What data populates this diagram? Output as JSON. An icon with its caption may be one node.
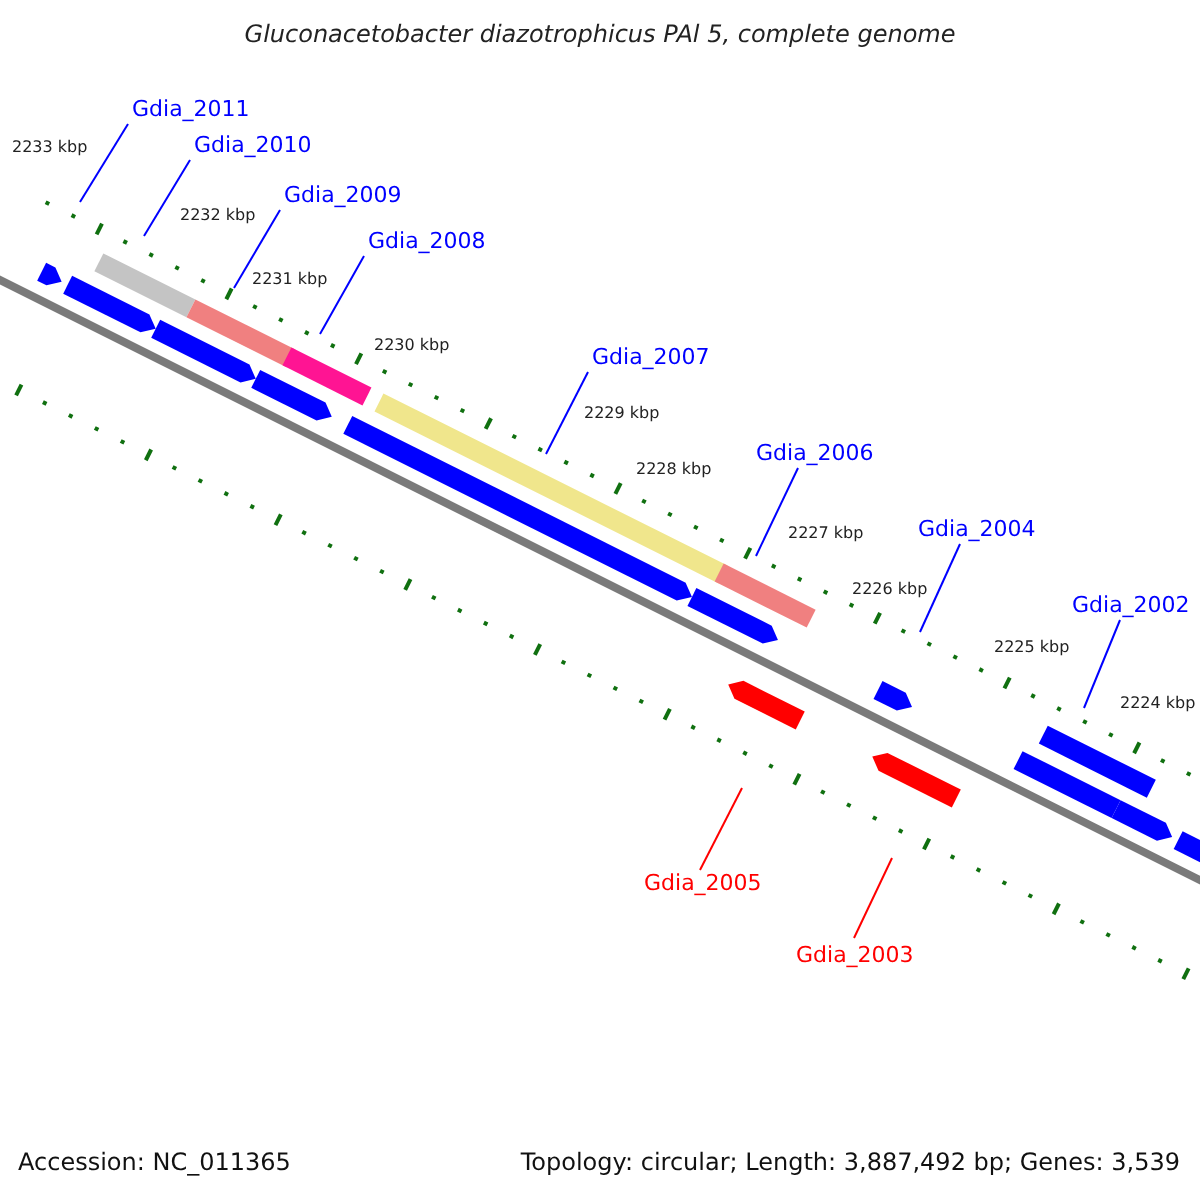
{
  "diagram": {
    "title": "Gluconacetobacter diazotrophicus PAl 5, complete genome",
    "nodes": [
      {
        "text": [
          "Gdia_2011"
        ]
      },
      {
        "text": [
          "Gdia_2010"
        ]
      },
      {
        "text": [
          "Gdia_2009"
        ]
      },
      {
        "text": [
          "Gdia_2008"
        ]
      },
      {
        "text": [
          "Gdia_2007"
        ]
      },
      {
        "text": [
          "Gdia_2006"
        ]
      },
      {
        "text": [
          "Gdia_2004"
        ]
      },
      {
        "text": [
          "Gdia_2002"
        ]
      },
      {
        "text": [
          "Gdia_2005"
        ]
      },
      {
        "text": [
          "Gdia_2003"
        ]
      }
    ],
    "edges": [
      {
        "from": 0,
        "to": null,
        "arrow": "none"
      },
      {
        "from": 1,
        "to": null,
        "arrow": "none"
      },
      {
        "from": 2,
        "to": null,
        "arrow": "none"
      },
      {
        "from": 3,
        "to": null,
        "arrow": "none"
      },
      {
        "from": 4,
        "to": null,
        "arrow": "none"
      },
      {
        "from": 5,
        "to": null,
        "arrow": "none"
      },
      {
        "from": 6,
        "to": null,
        "arrow": "none"
      },
      {
        "from": 7,
        "to": null,
        "arrow": "none"
      },
      {
        "from": 8,
        "to": null,
        "arrow": "none",
        "color": "#ff0000"
      },
      {
        "from": 9,
        "to": null,
        "arrow": "none",
        "color": "#ff0000"
      }
    ],
    "labels": [
      "2233 kbp",
      "2232 kbp",
      "2231 kbp",
      "2230 kbp",
      "2229 kbp",
      "2228 kbp",
      "2227 kbp",
      "2226 kbp",
      "2225 kbp",
      "2224 kbp",
      "Accession: NC_011365",
      "Topology: circular; Length: 3,887,492 bp; Genes: 3,539"
    ]
  }
}
